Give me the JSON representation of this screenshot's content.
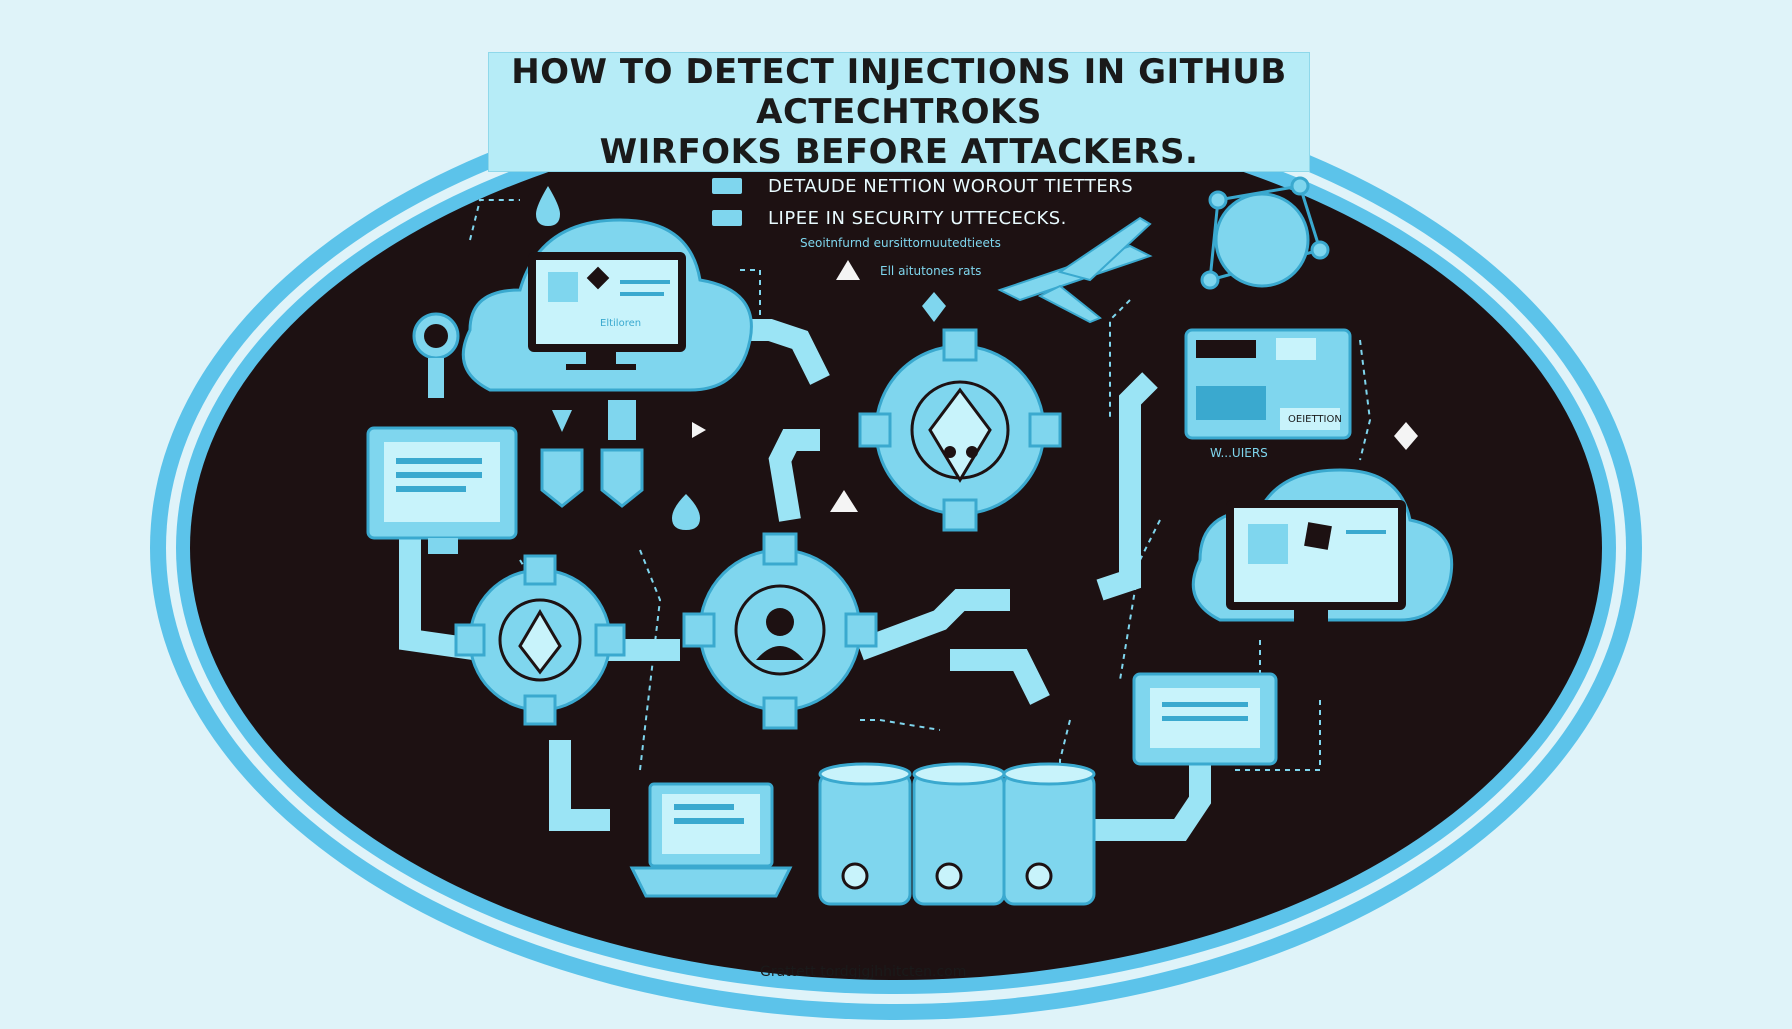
{
  "title": {
    "line1": "HOW TO DETECT INJECTIONS IN GITHUB ACTECHTROKS",
    "line2": "WIRFOKS BEFORE ATTACKERS."
  },
  "legend": [
    {
      "label": "DETAUDE NETTION WOROUT TIETTERS"
    },
    {
      "label": "LIPEE IN SECURITY UTTECECKS."
    }
  ],
  "labels": {
    "top_small_1": "Seoitnfurnd eursittornuutedtieets",
    "top_small_2": "Ell aitutones rats",
    "server_tag": "OEIETTION",
    "side_text": "W...UIERS",
    "monitor_tag": "Eltiloren"
  },
  "footer": "Grattett tordgjgjhhitcten.com",
  "colors": {
    "accent": "#7fd6ee",
    "accent_dark": "#3aa9cf",
    "panel": "#1d1112",
    "ring": "#5cc3ea",
    "banner": "#b6ecf7"
  }
}
